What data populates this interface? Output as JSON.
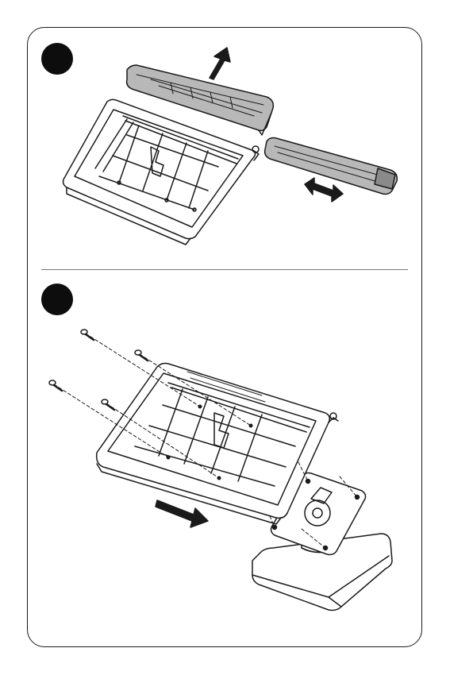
{
  "diagram": {
    "kind": "assembly-instructions",
    "steps": [
      {
        "id": "step-1",
        "badge": "filled-black-circle",
        "parts": [
          "tray",
          "top-cover",
          "side-cover"
        ],
        "arrows": [
          "lift-up-arrow",
          "slide-double-arrow"
        ]
      },
      {
        "id": "step-2",
        "badge": "filled-black-circle",
        "parts": [
          "tray",
          "screws",
          "stand-mount-plate",
          "stand-base"
        ],
        "screw_count": 4,
        "arrows": [
          "move-right-arrow"
        ]
      }
    ],
    "colors": {
      "line": "#1a1a1a",
      "cover_fill": "#b8b8b8",
      "badge": "#0d0d0d",
      "paper": "#ffffff"
    }
  }
}
